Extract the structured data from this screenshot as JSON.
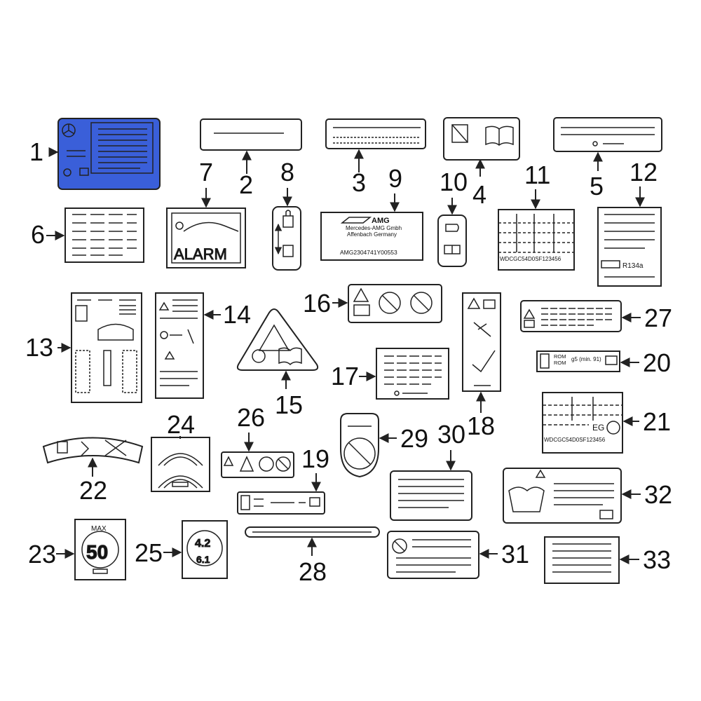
{
  "colors": {
    "highlight": "#3a5fd9",
    "line": "#222222",
    "background": "#ffffff"
  },
  "callouts": [
    "1",
    "2",
    "3",
    "4",
    "5",
    "6",
    "7",
    "8",
    "9",
    "10",
    "11",
    "12",
    "13",
    "14",
    "15",
    "16",
    "17",
    "18",
    "19",
    "20",
    "21",
    "22",
    "23",
    "24",
    "25",
    "26",
    "27",
    "28",
    "29",
    "30",
    "31",
    "32",
    "33"
  ],
  "labels": {
    "alarm": "ALARM",
    "amg_line1": "Mercedes-AMG Gmbh",
    "amg_line2": "Affenbach Germany",
    "amg_code": "AMG2304741Y00553",
    "vin_11": "WDCGC54D0SF123456",
    "vin_21": "WDCGC54D0SF123456",
    "refrigerant": "R134a",
    "rom1": "ROM",
    "rom2": "ROM",
    "fuel": "g5 (min. 91)",
    "eg": "EG",
    "max": "MAX",
    "speed": "50",
    "pressure_top": "4.2",
    "pressure_bottom": "6.1"
  }
}
